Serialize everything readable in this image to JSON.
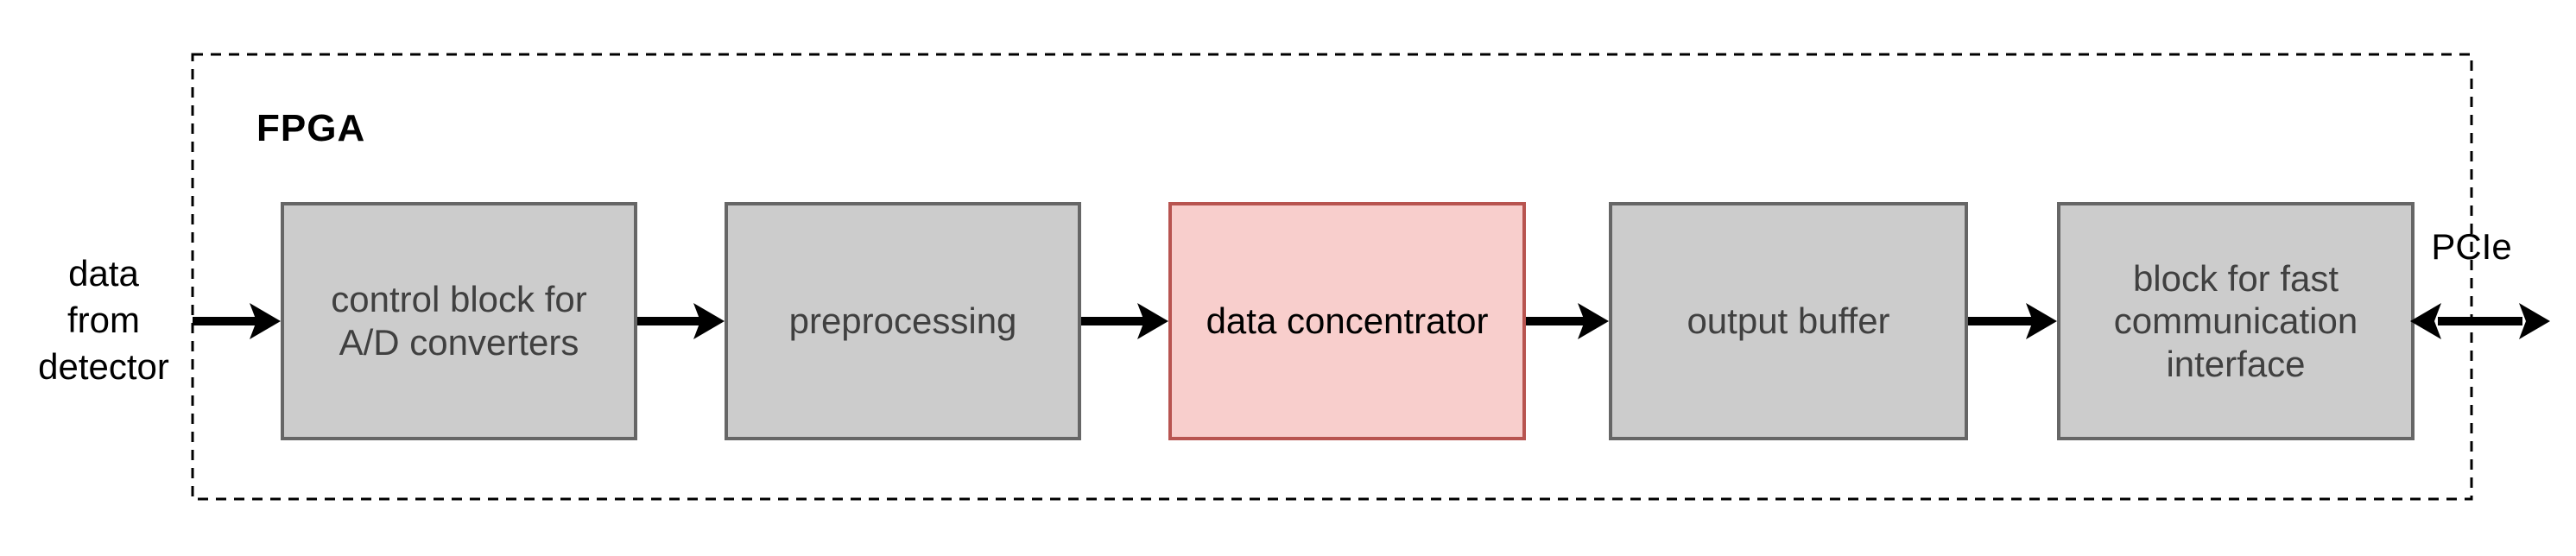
{
  "diagram": {
    "type": "block-diagram",
    "fpga_label": "FPGA",
    "input_label": "data\nfrom\ndetector",
    "pcie_label": "PCIe",
    "blocks": [
      {
        "label": "control block for\nA/D converters",
        "highlighted": false
      },
      {
        "label": "preprocessing",
        "highlighted": false
      },
      {
        "label": "data concentrator",
        "highlighted": true
      },
      {
        "label": "output buffer",
        "highlighted": false
      },
      {
        "label": "block for fast\ncommunication\ninterface",
        "highlighted": false
      }
    ],
    "colors": {
      "block_fill": "#cccccc",
      "block_border": "#666666",
      "block_text": "#404040",
      "highlight_fill": "#f8cecc",
      "highlight_border": "#b85450",
      "highlight_text": "#000000",
      "arrow": "#000000",
      "boundary": "#000000",
      "background": "#ffffff"
    }
  }
}
